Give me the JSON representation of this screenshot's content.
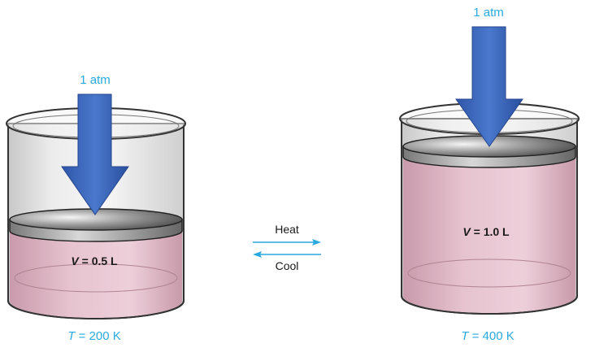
{
  "left_cylinder": {
    "pressure_label": "1 atm",
    "volume_symbol": "V",
    "volume_value": " = 0.5 L",
    "temp_symbol": "T",
    "temp_value": " = 200 K"
  },
  "right_cylinder": {
    "pressure_label": "1 atm",
    "volume_symbol": "V",
    "volume_value": " = 1.0 L",
    "temp_symbol": "T",
    "temp_value": " = 400 K"
  },
  "process": {
    "forward_label": "Heat",
    "reverse_label": "Cool"
  },
  "colors": {
    "gas": "#e2bcc9",
    "arrow_blue": "#3a63b8",
    "label_blue": "#29a9df",
    "glass_outline": "#333333"
  }
}
